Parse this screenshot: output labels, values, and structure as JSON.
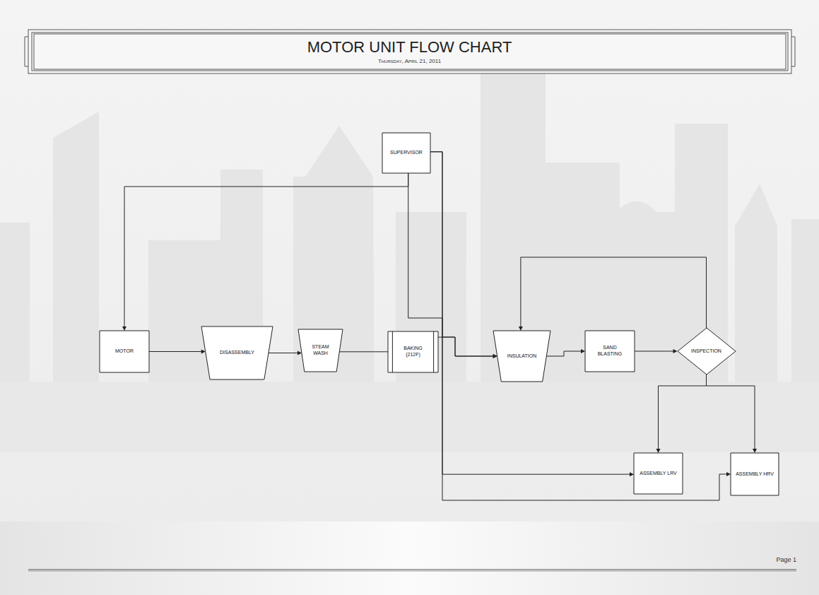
{
  "diagram": {
    "title": "MOTOR UNIT FLOW CHART",
    "nodes": [
      {
        "text": [
          "SUPERVISOR"
        ]
      },
      {
        "text": [
          "MOTOR"
        ]
      },
      {
        "text": [
          "DISASSEMBLY"
        ]
      },
      {
        "text": [
          "STEAM WASH"
        ]
      },
      {
        "text": [
          "BAKING (212F)"
        ]
      },
      {
        "text": [
          "INSULATION"
        ]
      },
      {
        "text": [
          "SAND BLASTING"
        ]
      },
      {
        "text": [
          "INSPECTION"
        ]
      },
      {
        "text": [
          "ASSEMBLY LRV"
        ]
      },
      {
        "text": [
          "ASSEMBLY HRV"
        ]
      }
    ],
    "edges": [
      {
        "from": 0,
        "to": 1,
        "arrow": "to"
      },
      {
        "from": 0,
        "to": 5,
        "arrow": "to"
      },
      {
        "from": 0,
        "to": 8,
        "arrow": "to"
      },
      {
        "from": 0,
        "to": 9,
        "arrow": "to"
      },
      {
        "from": 1,
        "to": 2,
        "arrow": "to"
      },
      {
        "from": 2,
        "to": 3,
        "arrow": "to"
      },
      {
        "from": 3,
        "to": 4,
        "arrow": "none"
      },
      {
        "from": 4,
        "to": 5,
        "arrow": "to"
      },
      {
        "from": 5,
        "to": 6,
        "arrow": "to"
      },
      {
        "from": 6,
        "to": 7,
        "arrow": "to"
      },
      {
        "from": 7,
        "to": 5,
        "arrow": "to"
      },
      {
        "from": 7,
        "to": 8,
        "arrow": "to"
      },
      {
        "from": 7,
        "to": 9,
        "arrow": "to"
      }
    ],
    "labels": [
      "Thursday, April 21, 2011",
      "Page 1"
    ]
  }
}
